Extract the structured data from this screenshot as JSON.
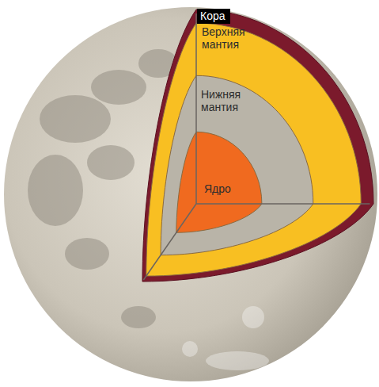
{
  "diagram": {
    "nodes": [
      {
        "text": [
          "Кора"
        ]
      },
      {
        "text": [
          "Верхняя мантия"
        ],
        "in": 0
      },
      {
        "text": [
          "Нижняя мантия"
        ],
        "in": 1
      },
      {
        "text": [
          "Ядро"
        ],
        "in": 2
      }
    ]
  }
}
